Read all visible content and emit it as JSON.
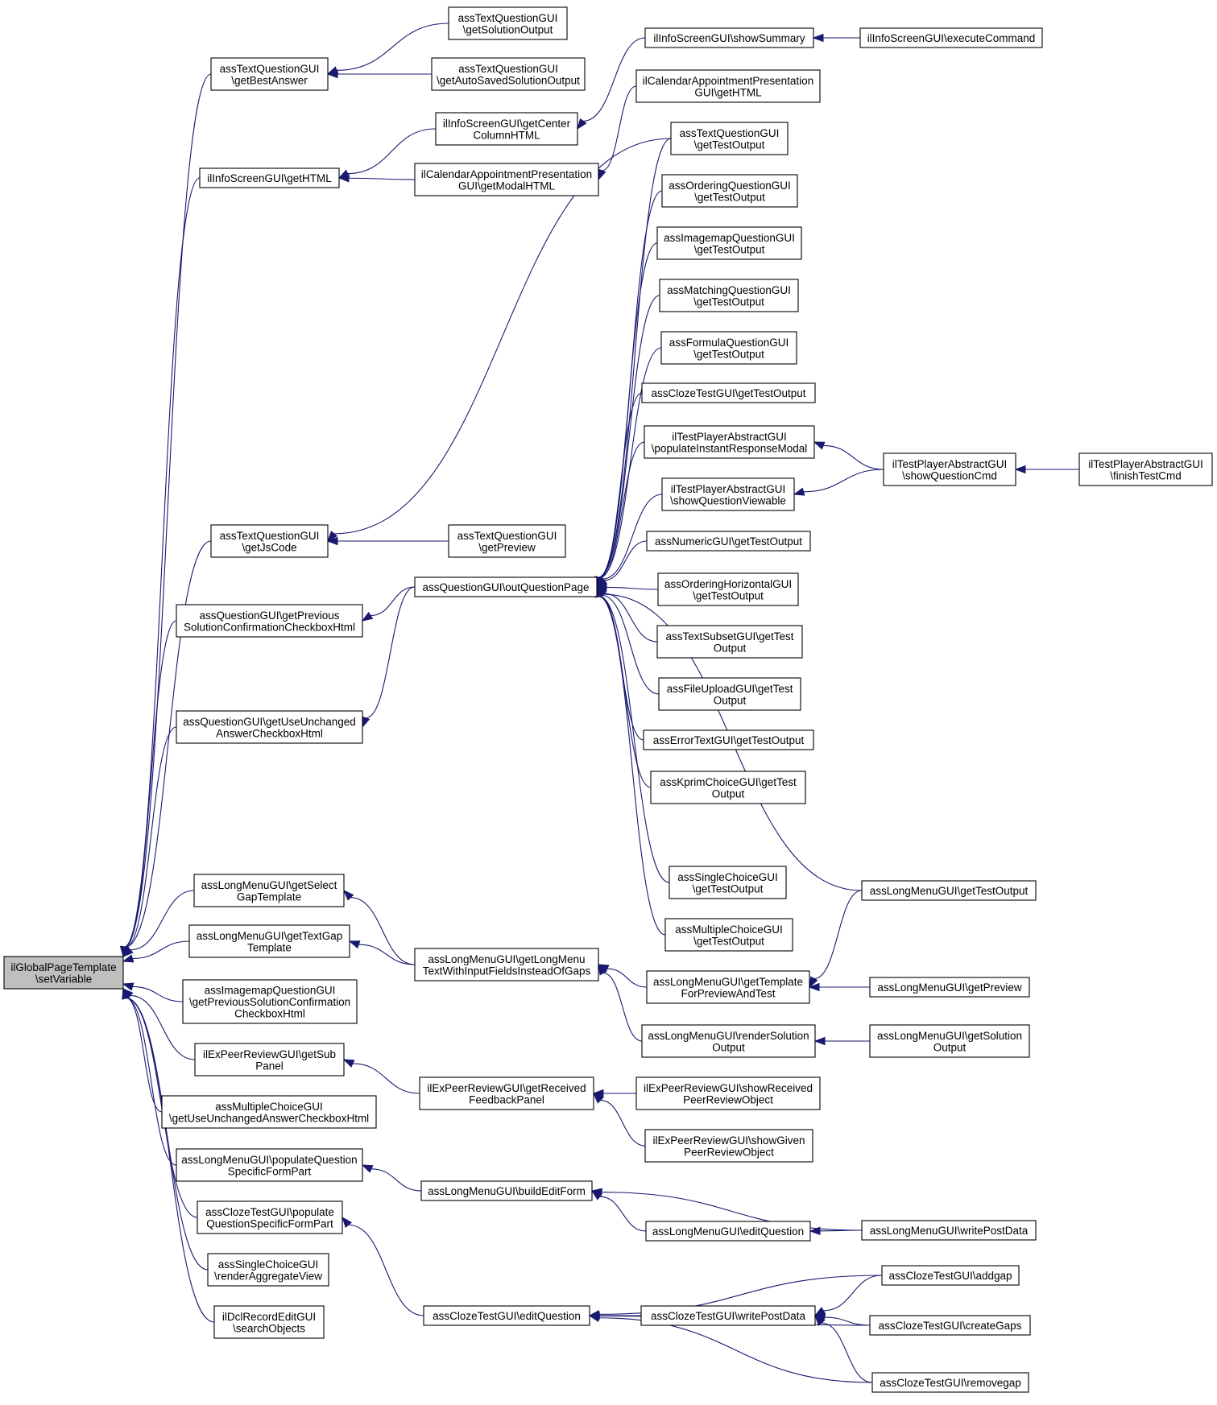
{
  "nodes": [
    {
      "id": "root",
      "lines": [
        "ilGlobalPageTemplate",
        "\\setVariable"
      ]
    },
    {
      "id": "tq_getBestAnswer",
      "lines": [
        "assTextQuestionGUI",
        "\\getBestAnswer"
      ]
    },
    {
      "id": "tq_getSolutionOutput",
      "lines": [
        "assTextQuestionGUI",
        "\\getSolutionOutput"
      ]
    },
    {
      "id": "tq_getAutoSaved",
      "lines": [
        "assTextQuestionGUI",
        "\\getAutoSavedSolutionOutput"
      ]
    },
    {
      "id": "is_showSummary",
      "lines": [
        "ilInfoScreenGUI\\showSummary"
      ]
    },
    {
      "id": "is_executeCommand",
      "lines": [
        "ilInfoScreenGUI\\executeCommand"
      ]
    },
    {
      "id": "cal_getHTML",
      "lines": [
        "ilCalendarAppointmentPresentation",
        "GUI\\getHTML"
      ]
    },
    {
      "id": "is_getCenter",
      "lines": [
        "ilInfoScreenGUI\\getCenter",
        "ColumnHTML"
      ]
    },
    {
      "id": "is_getHTML",
      "lines": [
        "ilInfoScreenGUI\\getHTML"
      ]
    },
    {
      "id": "cal_getModal",
      "lines": [
        "ilCalendarAppointmentPresentation",
        "GUI\\getModalHTML"
      ]
    },
    {
      "id": "tq_getTestOutput",
      "lines": [
        "assTextQuestionGUI",
        "\\getTestOutput"
      ]
    },
    {
      "id": "oq_getTestOutput",
      "lines": [
        "assOrderingQuestionGUI",
        "\\getTestOutput"
      ]
    },
    {
      "id": "im_getTestOutput",
      "lines": [
        "assImagemapQuestionGUI",
        "\\getTestOutput"
      ]
    },
    {
      "id": "mq_getTestOutput",
      "lines": [
        "assMatchingQuestionGUI",
        "\\getTestOutput"
      ]
    },
    {
      "id": "fq_getTestOutput",
      "lines": [
        "assFormulaQuestionGUI",
        "\\getTestOutput"
      ]
    },
    {
      "id": "cz_getTestOutput",
      "lines": [
        "assClozeTestGUI\\getTestOutput"
      ]
    },
    {
      "id": "tp_populateInstant",
      "lines": [
        "ilTestPlayerAbstractGUI",
        "\\populateInstantResponseModal"
      ]
    },
    {
      "id": "tp_showQuestionCmd",
      "lines": [
        "ilTestPlayerAbstractGUI",
        "\\showQuestionCmd"
      ]
    },
    {
      "id": "tp_finishTestCmd",
      "lines": [
        "ilTestPlayerAbstractGUI",
        "\\finishTestCmd"
      ]
    },
    {
      "id": "tp_showViewable",
      "lines": [
        "ilTestPlayerAbstractGUI",
        "\\showQuestionViewable"
      ]
    },
    {
      "id": "tq_getJsCode",
      "lines": [
        "assTextQuestionGUI",
        "\\getJsCode"
      ]
    },
    {
      "id": "tq_getPreview",
      "lines": [
        "assTextQuestionGUI",
        "\\getPreview"
      ]
    },
    {
      "id": "nu_getTestOutput",
      "lines": [
        "assNumericGUI\\getTestOutput"
      ]
    },
    {
      "id": "q_outQuestionPage",
      "lines": [
        "assQuestionGUI\\outQuestionPage"
      ]
    },
    {
      "id": "oh_getTestOutput",
      "lines": [
        "assOrderingHorizontalGUI",
        "\\getTestOutput"
      ]
    },
    {
      "id": "q_getPrevious",
      "lines": [
        "assQuestionGUI\\getPrevious",
        "SolutionConfirmationCheckboxHtml"
      ]
    },
    {
      "id": "ts_getTestOutput",
      "lines": [
        "assTextSubsetGUI\\getTest",
        "Output"
      ]
    },
    {
      "id": "fu_getTestOutput",
      "lines": [
        "assFileUploadGUI\\getTest",
        "Output"
      ]
    },
    {
      "id": "q_getUseUnchanged",
      "lines": [
        "assQuestionGUI\\getUseUnchanged",
        "AnswerCheckboxHtml"
      ]
    },
    {
      "id": "et_getTestOutput",
      "lines": [
        "assErrorTextGUI\\getTestOutput"
      ]
    },
    {
      "id": "kp_getTestOutput",
      "lines": [
        "assKprimChoiceGUI\\getTest",
        "Output"
      ]
    },
    {
      "id": "sc_getTestOutput",
      "lines": [
        "assSingleChoiceGUI",
        "\\getTestOutput"
      ]
    },
    {
      "id": "lm_getTestOutput",
      "lines": [
        "assLongMenuGUI\\getTestOutput"
      ]
    },
    {
      "id": "lm_getSelectGap",
      "lines": [
        "assLongMenuGUI\\getSelect",
        "GapTemplate"
      ]
    },
    {
      "id": "mc_getTestOutput",
      "lines": [
        "assMultipleChoiceGUI",
        "\\getTestOutput"
      ]
    },
    {
      "id": "lm_getTextGap",
      "lines": [
        "assLongMenuGUI\\getTextGap",
        "Template"
      ]
    },
    {
      "id": "lm_getLongMenu",
      "lines": [
        "assLongMenuGUI\\getLongMenu",
        "TextWithInputFieldsInsteadOfGaps"
      ]
    },
    {
      "id": "lm_getTemplate",
      "lines": [
        "assLongMenuGUI\\getTemplate",
        "ForPreviewAndTest"
      ]
    },
    {
      "id": "lm_getPreview",
      "lines": [
        "assLongMenuGUI\\getPreview"
      ]
    },
    {
      "id": "im_getPrevious",
      "lines": [
        "assImagemapQuestionGUI",
        "\\getPreviousSolutionConfirmation",
        "CheckboxHtml"
      ]
    },
    {
      "id": "lm_renderSolution",
      "lines": [
        "assLongMenuGUI\\renderSolution",
        "Output"
      ]
    },
    {
      "id": "lm_getSolutionOutput",
      "lines": [
        "assLongMenuGUI\\getSolution",
        "Output"
      ]
    },
    {
      "id": "pr_getSubPanel",
      "lines": [
        "ilExPeerReviewGUI\\getSub",
        "Panel"
      ]
    },
    {
      "id": "pr_getReceived",
      "lines": [
        "ilExPeerReviewGUI\\getReceived",
        "FeedbackPanel"
      ]
    },
    {
      "id": "pr_showReceived",
      "lines": [
        "ilExPeerReviewGUI\\showReceived",
        "PeerReviewObject"
      ]
    },
    {
      "id": "mc_getUseUnchanged",
      "lines": [
        "assMultipleChoiceGUI",
        "\\getUseUnchangedAnswerCheckboxHtml"
      ]
    },
    {
      "id": "pr_showGiven",
      "lines": [
        "ilExPeerReviewGUI\\showGiven",
        "PeerReviewObject"
      ]
    },
    {
      "id": "lm_populateQSFP",
      "lines": [
        "assLongMenuGUI\\populateQuestion",
        "SpecificFormPart"
      ]
    },
    {
      "id": "lm_buildEditForm",
      "lines": [
        "assLongMenuGUI\\buildEditForm"
      ]
    },
    {
      "id": "cz_populateQSFP",
      "lines": [
        "assClozeTestGUI\\populate",
        "QuestionSpecificFormPart"
      ]
    },
    {
      "id": "lm_editQuestion",
      "lines": [
        "assLongMenuGUI\\editQuestion"
      ]
    },
    {
      "id": "lm_writePostData",
      "lines": [
        "assLongMenuGUI\\writePostData"
      ]
    },
    {
      "id": "sc_renderAggregate",
      "lines": [
        "assSingleChoiceGUI",
        "\\renderAggregateView"
      ]
    },
    {
      "id": "cz_addgap",
      "lines": [
        "assClozeTestGUI\\addgap"
      ]
    },
    {
      "id": "dcl_searchObjects",
      "lines": [
        "ilDclRecordEditGUI",
        "\\searchObjects"
      ]
    },
    {
      "id": "cz_editQuestion",
      "lines": [
        "assClozeTestGUI\\editQuestion"
      ]
    },
    {
      "id": "cz_writePostData",
      "lines": [
        "assClozeTestGUI\\writePostData"
      ]
    },
    {
      "id": "cz_createGaps",
      "lines": [
        "assClozeTestGUI\\createGaps"
      ]
    },
    {
      "id": "cz_removegap",
      "lines": [
        "assClozeTestGUI\\removegap"
      ]
    }
  ],
  "edges": [
    [
      "tq_getBestAnswer",
      "root"
    ],
    [
      "is_getHTML",
      "root"
    ],
    [
      "tq_getJsCode",
      "root"
    ],
    [
      "q_getPrevious",
      "root"
    ],
    [
      "q_getUseUnchanged",
      "root"
    ],
    [
      "lm_getSelectGap",
      "root"
    ],
    [
      "lm_getTextGap",
      "root"
    ],
    [
      "im_getPrevious",
      "root"
    ],
    [
      "pr_getSubPanel",
      "root"
    ],
    [
      "mc_getUseUnchanged",
      "root"
    ],
    [
      "lm_populateQSFP",
      "root"
    ],
    [
      "cz_populateQSFP",
      "root"
    ],
    [
      "sc_renderAggregate",
      "root"
    ],
    [
      "dcl_searchObjects",
      "root"
    ],
    [
      "tq_getSolutionOutput",
      "tq_getBestAnswer"
    ],
    [
      "tq_getAutoSaved",
      "tq_getBestAnswer"
    ],
    [
      "is_getCenter",
      "is_getHTML"
    ],
    [
      "cal_getModal",
      "is_getHTML"
    ],
    [
      "is_showSummary",
      "is_getCenter"
    ],
    [
      "is_executeCommand",
      "is_showSummary"
    ],
    [
      "cal_getHTML",
      "cal_getModal"
    ],
    [
      "tq_getTestOutput",
      "tq_getJsCode"
    ],
    [
      "tq_getPreview",
      "tq_getJsCode"
    ],
    [
      "q_outQuestionPage",
      "q_getPrevious"
    ],
    [
      "q_outQuestionPage",
      "q_getUseUnchanged"
    ],
    [
      "tq_getTestOutput",
      "q_outQuestionPage"
    ],
    [
      "oq_getTestOutput",
      "q_outQuestionPage"
    ],
    [
      "im_getTestOutput",
      "q_outQuestionPage"
    ],
    [
      "mq_getTestOutput",
      "q_outQuestionPage"
    ],
    [
      "fq_getTestOutput",
      "q_outQuestionPage"
    ],
    [
      "cz_getTestOutput",
      "q_outQuestionPage"
    ],
    [
      "tp_populateInstant",
      "q_outQuestionPage"
    ],
    [
      "tp_showViewable",
      "q_outQuestionPage"
    ],
    [
      "nu_getTestOutput",
      "q_outQuestionPage"
    ],
    [
      "oh_getTestOutput",
      "q_outQuestionPage"
    ],
    [
      "ts_getTestOutput",
      "q_outQuestionPage"
    ],
    [
      "fu_getTestOutput",
      "q_outQuestionPage"
    ],
    [
      "et_getTestOutput",
      "q_outQuestionPage"
    ],
    [
      "kp_getTestOutput",
      "q_outQuestionPage"
    ],
    [
      "sc_getTestOutput",
      "q_outQuestionPage"
    ],
    [
      "lm_getTestOutput",
      "q_outQuestionPage"
    ],
    [
      "mc_getTestOutput",
      "q_outQuestionPage"
    ],
    [
      "tp_showQuestionCmd",
      "tp_populateInstant"
    ],
    [
      "tp_showQuestionCmd",
      "tp_showViewable"
    ],
    [
      "tp_finishTestCmd",
      "tp_showQuestionCmd"
    ],
    [
      "lm_getLongMenu",
      "lm_getSelectGap"
    ],
    [
      "lm_getLongMenu",
      "lm_getTextGap"
    ],
    [
      "lm_getTemplate",
      "lm_getLongMenu"
    ],
    [
      "lm_renderSolution",
      "lm_getLongMenu"
    ],
    [
      "lm_getTestOutput",
      "lm_getTemplate"
    ],
    [
      "lm_getPreview",
      "lm_getTemplate"
    ],
    [
      "lm_getSolutionOutput",
      "lm_renderSolution"
    ],
    [
      "pr_getReceived",
      "pr_getSubPanel"
    ],
    [
      "pr_showReceived",
      "pr_getReceived"
    ],
    [
      "pr_showGiven",
      "pr_getReceived"
    ],
    [
      "lm_buildEditForm",
      "lm_populateQSFP"
    ],
    [
      "lm_editQuestion",
      "lm_buildEditForm"
    ],
    [
      "lm_writePostData",
      "lm_buildEditForm"
    ],
    [
      "lm_writePostData",
      "lm_editQuestion"
    ],
    [
      "cz_editQuestion",
      "cz_populateQSFP"
    ],
    [
      "cz_addgap",
      "cz_editQuestion"
    ],
    [
      "cz_writePostData",
      "cz_editQuestion"
    ],
    [
      "cz_createGaps",
      "cz_editQuestion"
    ],
    [
      "cz_removegap",
      "cz_editQuestion"
    ],
    [
      "cz_addgap",
      "cz_writePostData"
    ],
    [
      "cz_createGaps",
      "cz_writePostData"
    ],
    [
      "cz_removegap",
      "cz_writePostData"
    ]
  ],
  "colors": {
    "edge": "#191970",
    "root_fill": "#bfbfbf",
    "node_fill": "#ffffff"
  }
}
